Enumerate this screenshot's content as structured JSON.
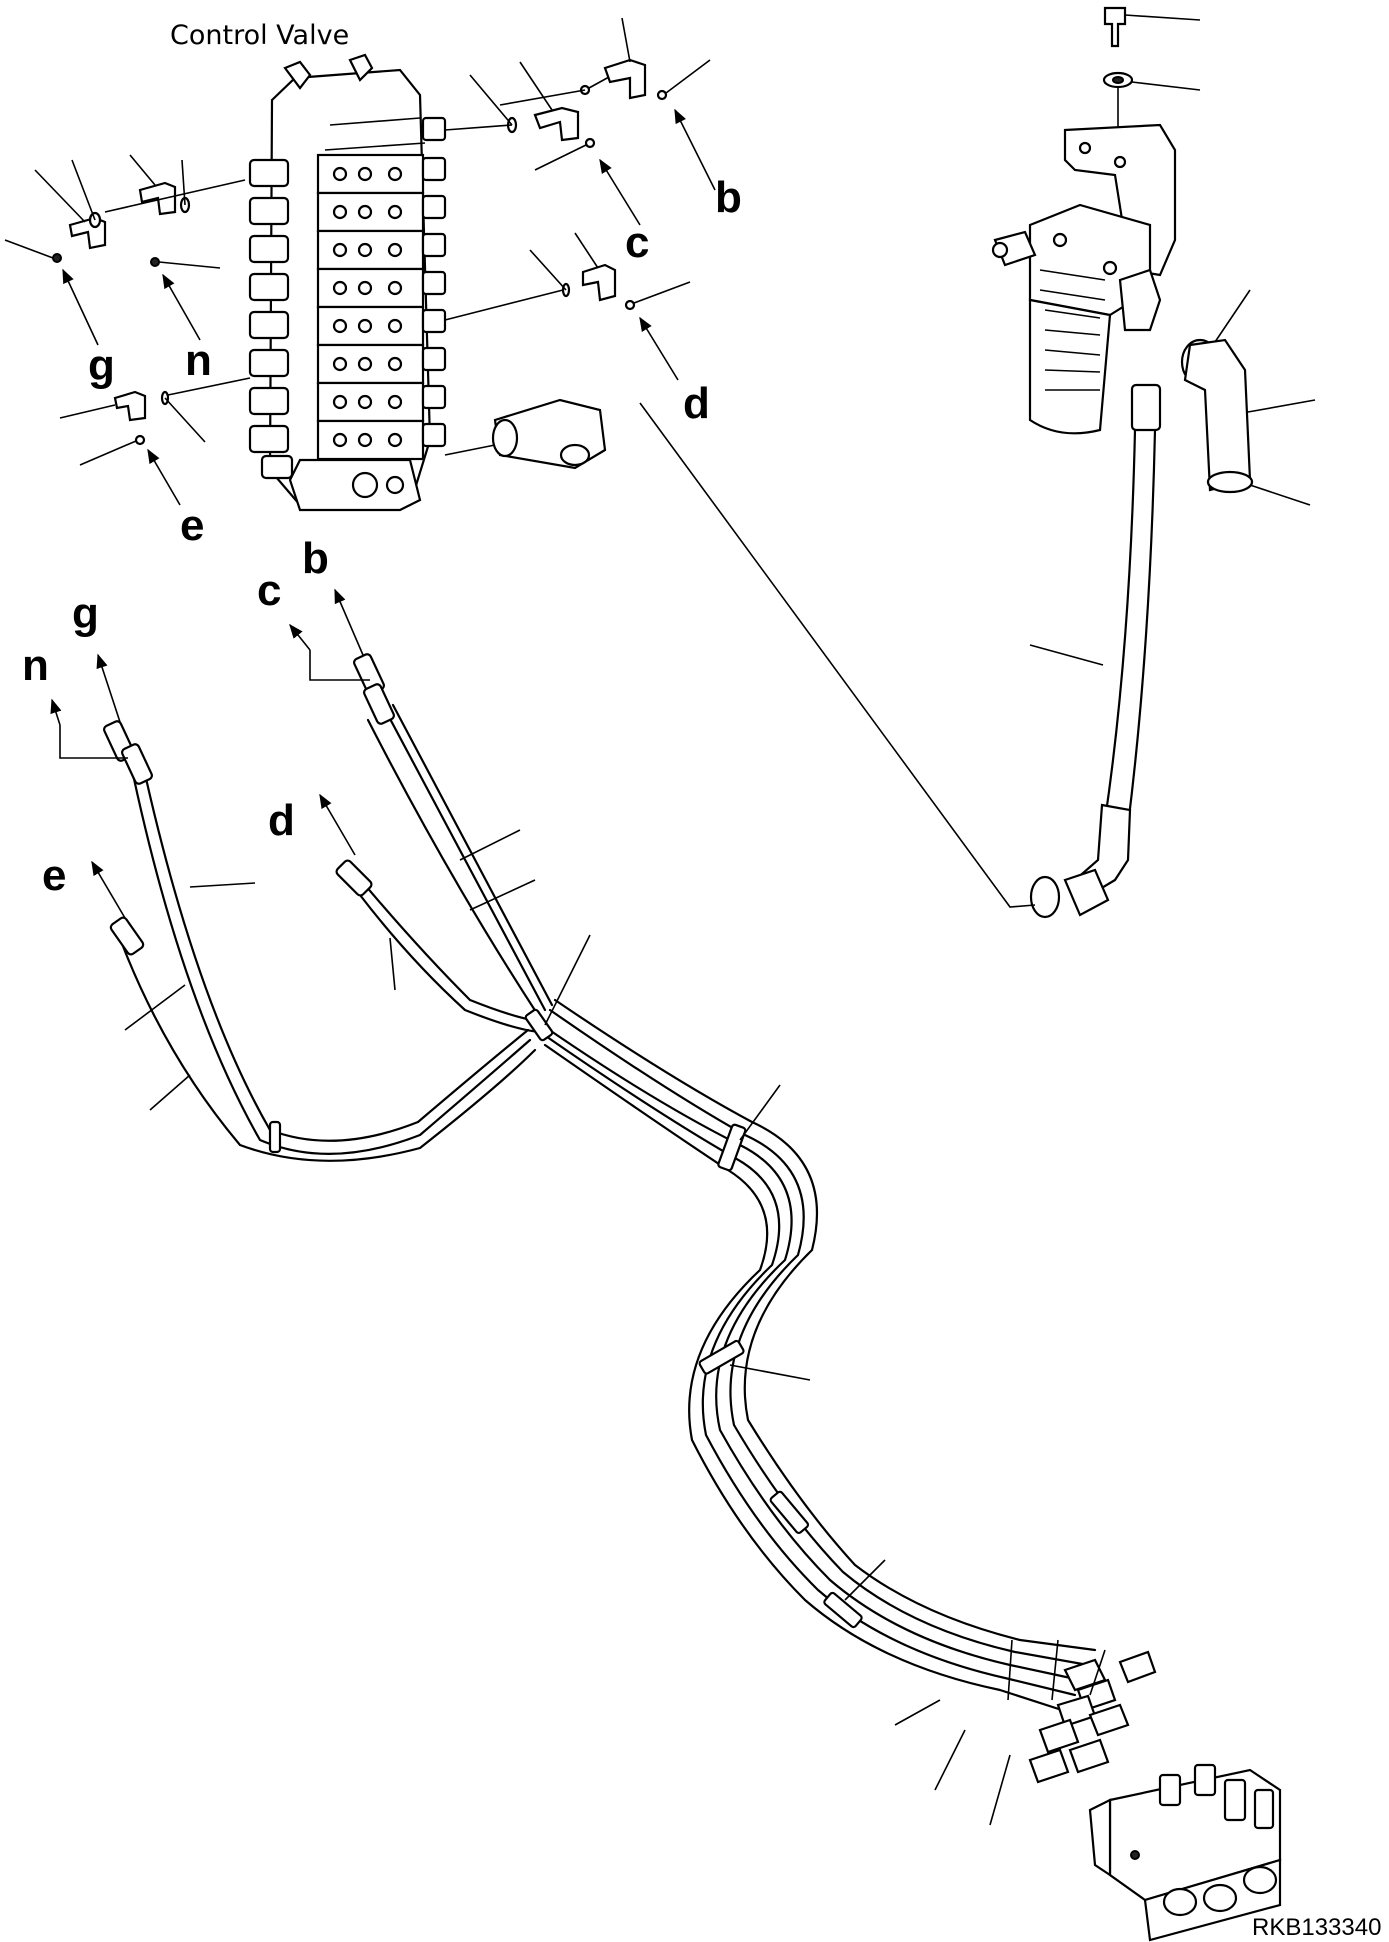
{
  "title": "Control Valve",
  "drawing_code": "RKB133340",
  "callouts": {
    "b": "b",
    "c": "c",
    "d": "d",
    "e": "e",
    "g": "g",
    "n": "n"
  }
}
